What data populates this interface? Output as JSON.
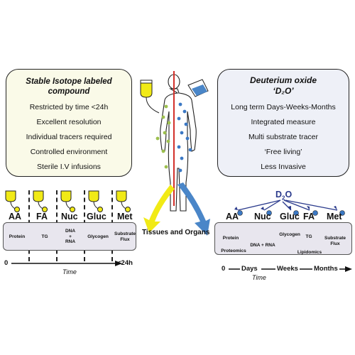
{
  "left_box": {
    "title_line1": "Stable Isotope labeled",
    "title_line2": "compound",
    "items": [
      "Restricted by time <24h",
      "Excellent resolution",
      "Individual tracers required",
      "Controlled environment",
      "Sterile I.V infusions"
    ]
  },
  "right_box": {
    "title_line1": "Deuterium oxide",
    "title_line2": "‘D₂O’",
    "items": [
      "Long term Days-Weeks-Months",
      "Integrated measure",
      "Multi substrate tracer",
      "‘Free living’",
      "Less Invasive"
    ]
  },
  "center_caption": "Tissues and Organs",
  "left_panel": {
    "labels": [
      "AA",
      "FA",
      "Nuc",
      "Gluc",
      "Met"
    ],
    "products": [
      "Protein",
      "TG",
      "DNA\n+\nRNA",
      "Glycogen",
      "Substrate\nFlux"
    ],
    "timeline_start": "0",
    "timeline_end": "<24h",
    "timeline_caption": "Time"
  },
  "right_panel": {
    "root_label": "D",
    "root_sub": "2",
    "root_suffix": "O",
    "labels": [
      "AA",
      "Nuc",
      "Gluc",
      "FA",
      "Met"
    ],
    "products_top": [
      "Protein",
      "DNA + RNA",
      "Glycogen",
      "TG",
      "Substrate\nFlux"
    ],
    "products_bottom": [
      "Proteomics",
      "Lipidomics"
    ],
    "timeline": [
      "0",
      "Days",
      "Weeks",
      "Months"
    ],
    "timeline_caption": "Time"
  },
  "colors": {
    "yellow": "#f1ea16",
    "blue": "#4a86c8",
    "red": "#d2302a",
    "navy": "#2a3a8c",
    "dot_green": "#9dc04f",
    "dot_blue": "#3b78c4"
  }
}
